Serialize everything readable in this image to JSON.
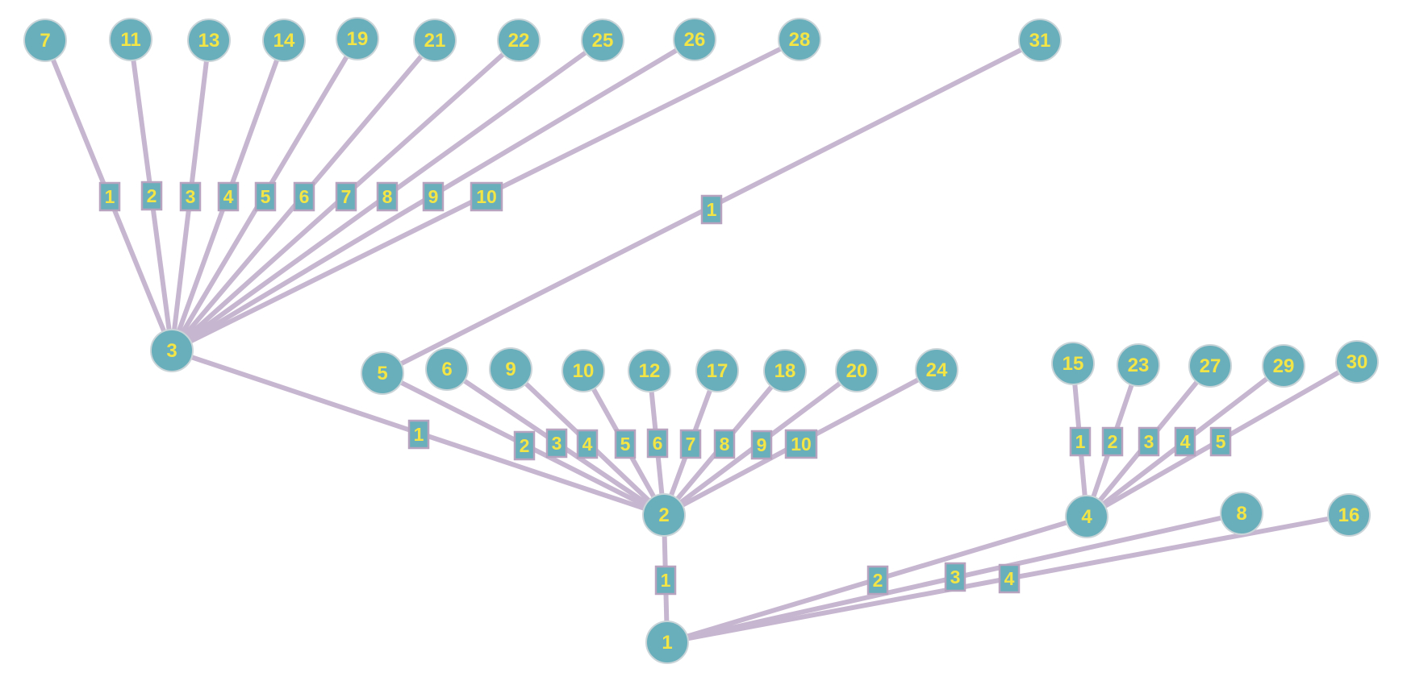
{
  "colors": {
    "edge": "#c7b6cf",
    "node_fill": "#69aebb",
    "node_text": "#f2e545",
    "label_fill": "#69aebb",
    "label_text": "#f2e545"
  },
  "nodes": [
    {
      "id": "1",
      "label": "1"
    },
    {
      "id": "2",
      "label": "2"
    },
    {
      "id": "3",
      "label": "3"
    },
    {
      "id": "4",
      "label": "4"
    },
    {
      "id": "5",
      "label": "5"
    },
    {
      "id": "6",
      "label": "6"
    },
    {
      "id": "7",
      "label": "7"
    },
    {
      "id": "8",
      "label": "8"
    },
    {
      "id": "9",
      "label": "9"
    },
    {
      "id": "10",
      "label": "10"
    },
    {
      "id": "11",
      "label": "11"
    },
    {
      "id": "12",
      "label": "12"
    },
    {
      "id": "13",
      "label": "13"
    },
    {
      "id": "14",
      "label": "14"
    },
    {
      "id": "15",
      "label": "15"
    },
    {
      "id": "16",
      "label": "16"
    },
    {
      "id": "17",
      "label": "17"
    },
    {
      "id": "18",
      "label": "18"
    },
    {
      "id": "19",
      "label": "19"
    },
    {
      "id": "20",
      "label": "20"
    },
    {
      "id": "21",
      "label": "21"
    },
    {
      "id": "22",
      "label": "22"
    },
    {
      "id": "23",
      "label": "23"
    },
    {
      "id": "24",
      "label": "24"
    },
    {
      "id": "25",
      "label": "25"
    },
    {
      "id": "26",
      "label": "26"
    },
    {
      "id": "27",
      "label": "27"
    },
    {
      "id": "28",
      "label": "28"
    },
    {
      "id": "29",
      "label": "29"
    },
    {
      "id": "30",
      "label": "30"
    },
    {
      "id": "31",
      "label": "31"
    }
  ],
  "edges": [
    {
      "from": "1",
      "to": "2",
      "label": "1"
    },
    {
      "from": "1",
      "to": "4",
      "label": "2"
    },
    {
      "from": "1",
      "to": "8",
      "label": "3"
    },
    {
      "from": "1",
      "to": "16",
      "label": "4"
    },
    {
      "from": "2",
      "to": "3",
      "label": "1"
    },
    {
      "from": "2",
      "to": "5",
      "label": "2"
    },
    {
      "from": "2",
      "to": "6",
      "label": "3"
    },
    {
      "from": "2",
      "to": "9",
      "label": "4"
    },
    {
      "from": "2",
      "to": "10",
      "label": "5"
    },
    {
      "from": "2",
      "to": "12",
      "label": "6"
    },
    {
      "from": "2",
      "to": "17",
      "label": "7"
    },
    {
      "from": "2",
      "to": "18",
      "label": "8"
    },
    {
      "from": "2",
      "to": "20",
      "label": "9"
    },
    {
      "from": "2",
      "to": "24",
      "label": "10"
    },
    {
      "from": "3",
      "to": "7",
      "label": "1"
    },
    {
      "from": "3",
      "to": "11",
      "label": "2"
    },
    {
      "from": "3",
      "to": "13",
      "label": "3"
    },
    {
      "from": "3",
      "to": "14",
      "label": "4"
    },
    {
      "from": "3",
      "to": "19",
      "label": "5"
    },
    {
      "from": "3",
      "to": "21",
      "label": "6"
    },
    {
      "from": "3",
      "to": "22",
      "label": "7"
    },
    {
      "from": "3",
      "to": "25",
      "label": "8"
    },
    {
      "from": "3",
      "to": "26",
      "label": "9"
    },
    {
      "from": "3",
      "to": "28",
      "label": "10"
    },
    {
      "from": "4",
      "to": "15",
      "label": "1"
    },
    {
      "from": "4",
      "to": "23",
      "label": "2"
    },
    {
      "from": "4",
      "to": "27",
      "label": "3"
    },
    {
      "from": "4",
      "to": "29",
      "label": "4"
    },
    {
      "from": "4",
      "to": "30",
      "label": "5"
    },
    {
      "from": "5",
      "to": "31",
      "label": "1"
    }
  ]
}
